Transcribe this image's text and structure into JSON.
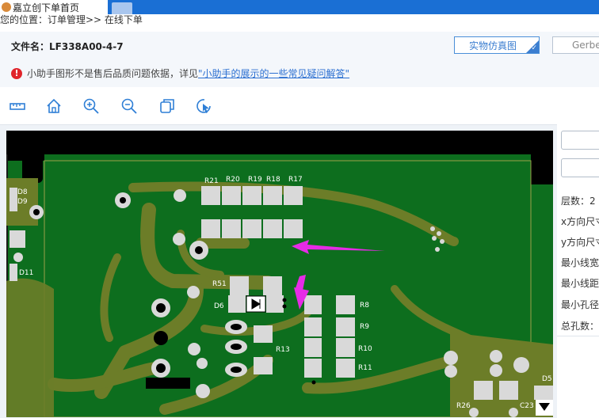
{
  "browser": {
    "tab_title": "嘉立创下单首页"
  },
  "breadcrumb": {
    "text": "您的位置：订单管理>> 在线下单"
  },
  "header": {
    "file_label": "文件名：",
    "file_name": "LF338A00-4-7",
    "sim_button": "实物仿真图",
    "gerber_button": "Gerbe",
    "notice_prefix": "小助手图形不是售后品质问题依据，详见",
    "notice_link": "\"小助手的展示的一些常见疑问解答\""
  },
  "toolbar": {
    "tools": [
      "ruler-icon",
      "home-icon",
      "zoom-in-icon",
      "zoom-out-icon",
      "layers-icon",
      "pointer-icon"
    ]
  },
  "board": {
    "labels": {
      "r21": "R21",
      "r20": "R20",
      "r19": "R19",
      "r18": "R18",
      "r17": "R17",
      "r51": "R51",
      "d6": "D6",
      "r13": "R13",
      "r8": "R8",
      "r9": "R9",
      "r10": "R10",
      "r11": "R11",
      "d8": "D8",
      "d9": "D9",
      "d11": "D11",
      "r26": "R26",
      "c23": "C23",
      "d5": "D5"
    }
  },
  "side_panel": {
    "layers": "层数：2",
    "x_size": "x方向尺寸",
    "y_size": "y方向尺寸",
    "min_width": "最小线宽",
    "min_spacing": "最小线距",
    "min_hole": "最小孔径",
    "total_holes": "总孔数："
  },
  "colors": {
    "accent": "#1a6fd4",
    "board_green": "#0d6e1e",
    "trace": "#6c7d28",
    "pad": "#d9d9d9",
    "arrow": "#e62be6"
  }
}
